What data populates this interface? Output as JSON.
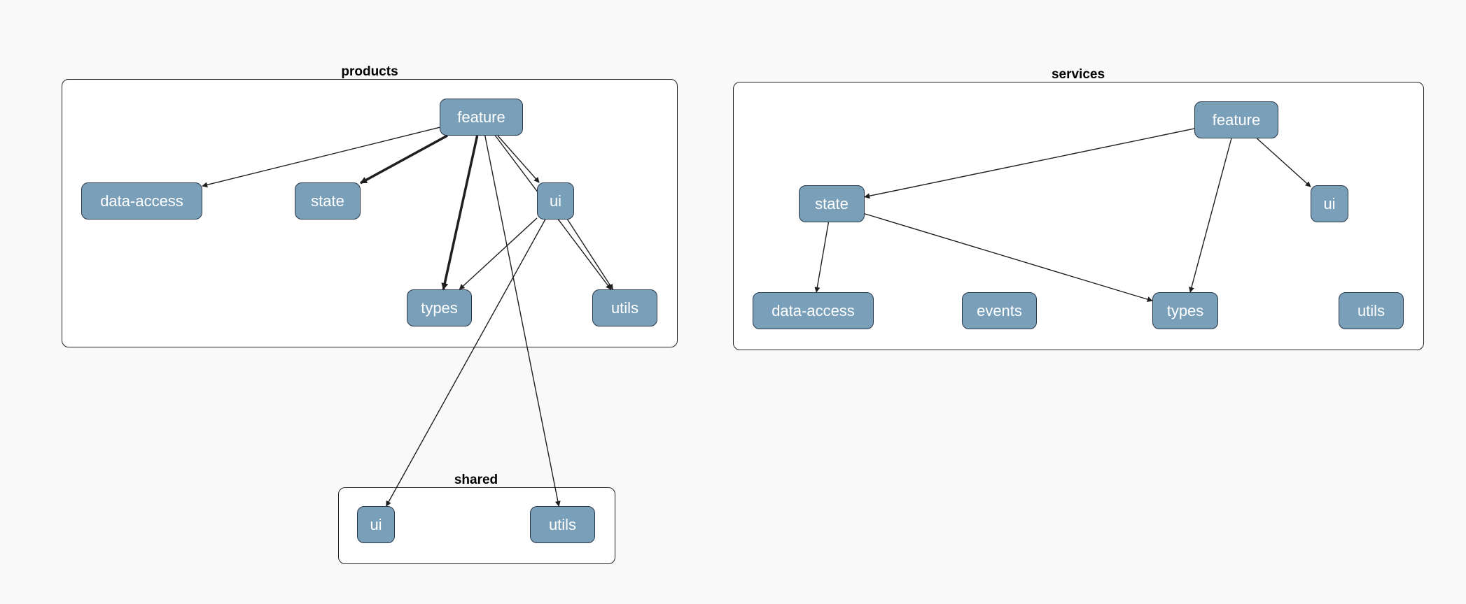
{
  "groups": {
    "products": {
      "label": "products",
      "nodes": {
        "feature": "feature",
        "data_access": "data-access",
        "state": "state",
        "ui": "ui",
        "types": "types",
        "utils": "utils"
      }
    },
    "services": {
      "label": "services",
      "nodes": {
        "feature": "feature",
        "state": "state",
        "ui": "ui",
        "data_access": "data-access",
        "events": "events",
        "types": "types",
        "utils": "utils"
      }
    },
    "shared": {
      "label": "shared",
      "nodes": {
        "ui": "ui",
        "utils": "utils"
      }
    }
  },
  "edges": [
    {
      "from": "products.feature",
      "to": "products.data_access",
      "weight": "normal"
    },
    {
      "from": "products.feature",
      "to": "products.state",
      "weight": "bold"
    },
    {
      "from": "products.feature",
      "to": "products.types",
      "weight": "bold"
    },
    {
      "from": "products.feature",
      "to": "products.ui",
      "weight": "normal"
    },
    {
      "from": "products.feature",
      "to": "products.utils",
      "weight": "normal"
    },
    {
      "from": "products.feature",
      "to": "shared.utils",
      "weight": "normal"
    },
    {
      "from": "products.ui",
      "to": "products.types",
      "weight": "normal"
    },
    {
      "from": "products.ui",
      "to": "products.utils",
      "weight": "normal"
    },
    {
      "from": "products.ui",
      "to": "shared.ui",
      "weight": "normal"
    },
    {
      "from": "services.feature",
      "to": "services.state",
      "weight": "normal"
    },
    {
      "from": "services.feature",
      "to": "services.ui",
      "weight": "normal"
    },
    {
      "from": "services.feature",
      "to": "services.types",
      "weight": "normal"
    },
    {
      "from": "services.state",
      "to": "services.data_access",
      "weight": "normal"
    },
    {
      "from": "services.state",
      "to": "services.types",
      "weight": "normal"
    }
  ],
  "colors": {
    "node_fill": "#7a9fb9",
    "node_border": "#26384a",
    "edge": "#1f1f1f",
    "background": "#f9f9f9"
  }
}
